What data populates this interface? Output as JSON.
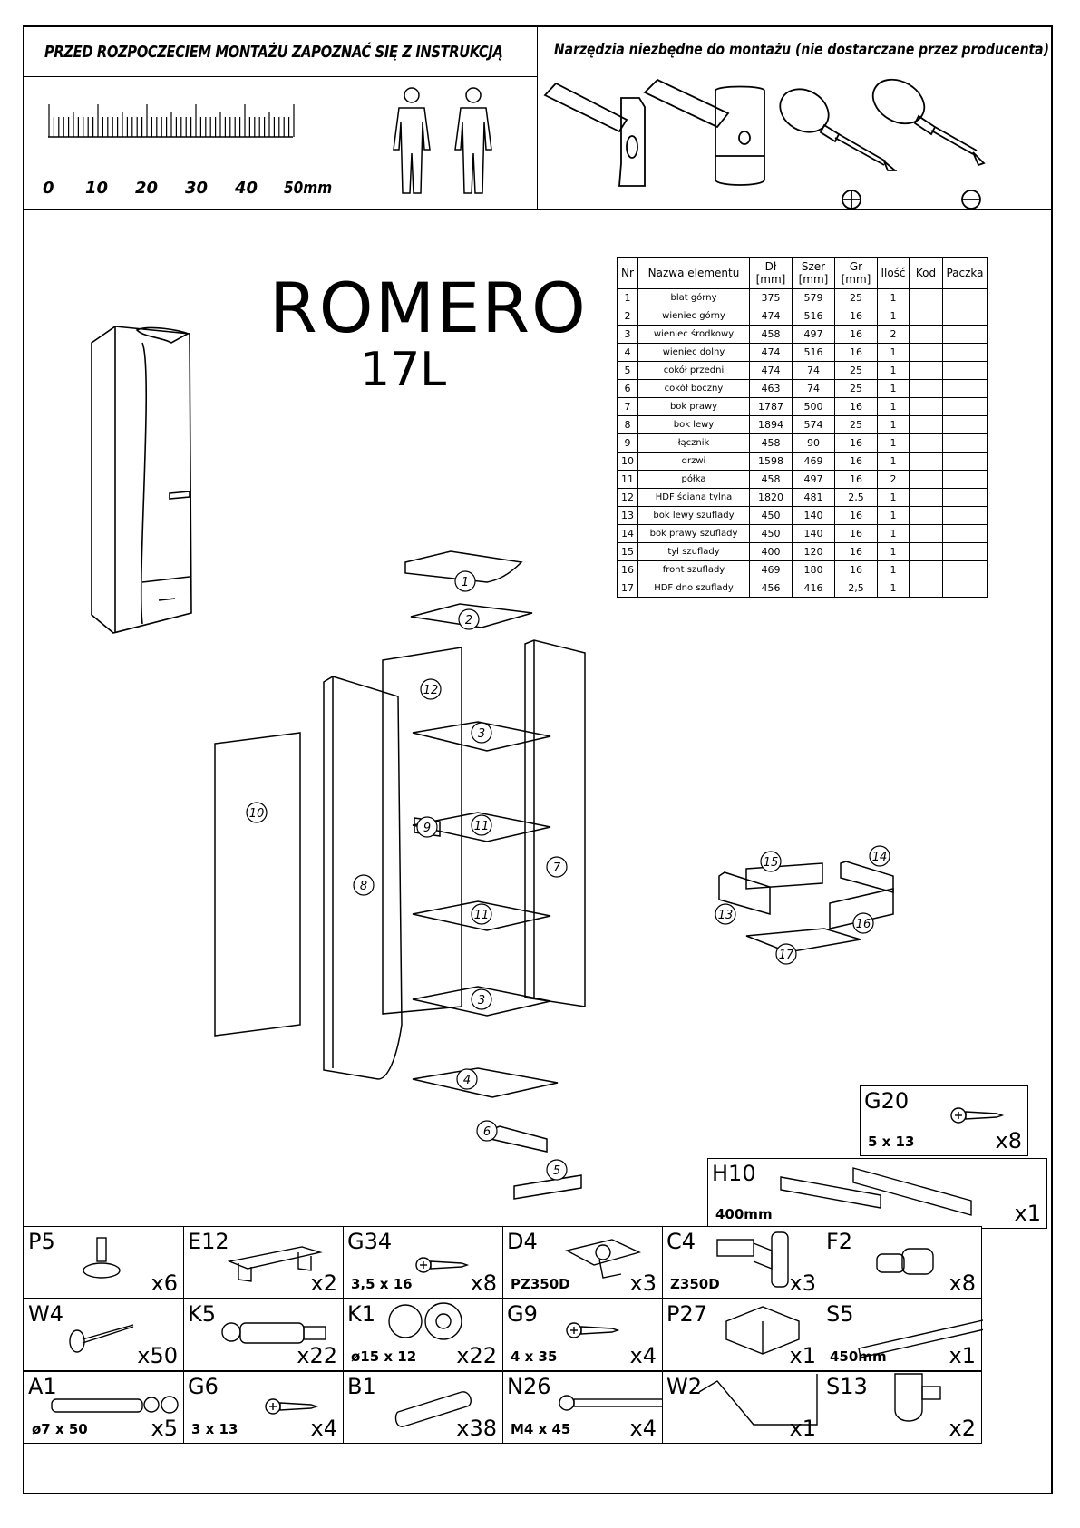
{
  "header": {
    "warning": "PRZED ROZPOCZECIEM MONTAŻU ZAPOZNAĆ SIĘ Z INSTRUKCJĄ",
    "tools_title": "Narzędzia niezbędne do montażu (nie dostarczane przez producenta)",
    "ruler_labels": [
      "0",
      "10",
      "20",
      "30",
      "40",
      "50mm"
    ]
  },
  "product": {
    "name": "ROMERO",
    "model": "17L"
  },
  "parts_table": {
    "headers": [
      "Nr",
      "Nazwa elementu",
      "Dł [mm]",
      "Szer [mm]",
      "Gr [mm]",
      "Ilość",
      "Kod",
      "Paczka"
    ],
    "rows": [
      [
        "1",
        "blat górny",
        "375",
        "579",
        "25",
        "1",
        "",
        ""
      ],
      [
        "2",
        "wieniec górny",
        "474",
        "516",
        "16",
        "1",
        "",
        ""
      ],
      [
        "3",
        "wieniec środkowy",
        "458",
        "497",
        "16",
        "2",
        "",
        ""
      ],
      [
        "4",
        "wieniec dolny",
        "474",
        "516",
        "16",
        "1",
        "",
        ""
      ],
      [
        "5",
        "cokół przedni",
        "474",
        "74",
        "25",
        "1",
        "",
        ""
      ],
      [
        "6",
        "cokół boczny",
        "463",
        "74",
        "25",
        "1",
        "",
        ""
      ],
      [
        "7",
        "bok prawy",
        "1787",
        "500",
        "16",
        "1",
        "",
        ""
      ],
      [
        "8",
        "bok lewy",
        "1894",
        "574",
        "25",
        "1",
        "",
        ""
      ],
      [
        "9",
        "łącznik",
        "458",
        "90",
        "16",
        "1",
        "",
        ""
      ],
      [
        "10",
        "drzwi",
        "1598",
        "469",
        "16",
        "1",
        "",
        ""
      ],
      [
        "11",
        "półka",
        "458",
        "497",
        "16",
        "2",
        "",
        ""
      ],
      [
        "12",
        "HDF ściana tylna",
        "1820",
        "481",
        "2,5",
        "1",
        "",
        ""
      ],
      [
        "13",
        "bok lewy szuflady",
        "450",
        "140",
        "16",
        "1",
        "",
        ""
      ],
      [
        "14",
        "bok prawy szuflady",
        "450",
        "140",
        "16",
        "1",
        "",
        ""
      ],
      [
        "15",
        "tył szuflady",
        "400",
        "120",
        "16",
        "1",
        "",
        ""
      ],
      [
        "16",
        "front szuflady",
        "469",
        "180",
        "16",
        "1",
        "",
        ""
      ],
      [
        "17",
        "HDF dno szuflady",
        "456",
        "416",
        "2,5",
        "1",
        "",
        ""
      ]
    ]
  },
  "diagram_labels": [
    "1",
    "2",
    "12",
    "3",
    "11",
    "9",
    "11",
    "3",
    "4",
    "6",
    "5",
    "7",
    "8",
    "10",
    "15",
    "14",
    "13",
    "16",
    "17"
  ],
  "hardware": [
    {
      "code": "G20",
      "spec": "5 x 13",
      "qty": "x8",
      "icon": "screw-icon"
    },
    {
      "code": "H10",
      "spec": "400mm",
      "qty": "x1",
      "icon": "drawer-slide-icon"
    },
    {
      "code": "P5",
      "spec": "",
      "qty": "x6",
      "icon": "foot-glide-icon"
    },
    {
      "code": "E12",
      "spec": "",
      "qty": "x2",
      "icon": "handle-icon"
    },
    {
      "code": "G34",
      "spec": "3,5 x 16",
      "qty": "x8",
      "icon": "screw-icon"
    },
    {
      "code": "D4",
      "spec": "PZ350D",
      "qty": "x3",
      "icon": "hinge-plate-icon"
    },
    {
      "code": "C4",
      "spec": "Z350D",
      "qty": "x3",
      "icon": "hinge-icon"
    },
    {
      "code": "F2",
      "spec": "",
      "qty": "x8",
      "icon": "shelf-pin-icon"
    },
    {
      "code": "W4",
      "spec": "",
      "qty": "x50",
      "icon": "nail-icon"
    },
    {
      "code": "K5",
      "spec": "",
      "qty": "x22",
      "icon": "connector-bolt-icon"
    },
    {
      "code": "K1",
      "spec": "ø15 x 12",
      "qty": "x22",
      "icon": "cam-lock-icon"
    },
    {
      "code": "G9",
      "spec": "4 x 35",
      "qty": "x4",
      "icon": "screw-icon"
    },
    {
      "code": "P27",
      "spec": "",
      "qty": "x1",
      "icon": "bracket-icon"
    },
    {
      "code": "S5",
      "spec": "450mm",
      "qty": "x1",
      "icon": "rod-icon"
    },
    {
      "code": "A1",
      "spec": "ø7 x 50",
      "qty": "x5",
      "icon": "wall-anchor-icon"
    },
    {
      "code": "G6",
      "spec": "3 x 13",
      "qty": "x4",
      "icon": "screw-icon"
    },
    {
      "code": "B1",
      "spec": "",
      "qty": "x38",
      "icon": "dowel-icon"
    },
    {
      "code": "N26",
      "spec": "M4 x 45",
      "qty": "x4",
      "icon": "bolt-icon"
    },
    {
      "code": "W2",
      "spec": "",
      "qty": "x1",
      "icon": "hex-key-icon"
    },
    {
      "code": "S13",
      "spec": "",
      "qty": "x2",
      "icon": "rod-holder-icon"
    }
  ]
}
